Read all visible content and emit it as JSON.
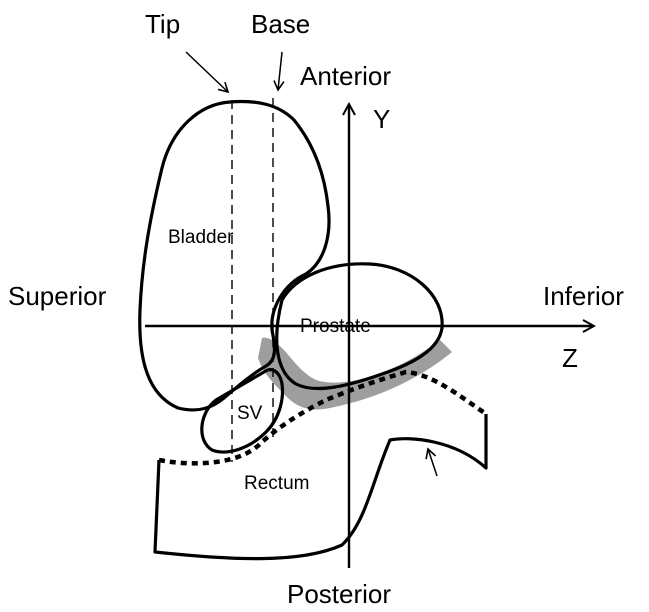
{
  "labels": {
    "tip": "Tip",
    "base": "Base",
    "anterior": "Anterior",
    "posterior": "Posterior",
    "superior": "Superior",
    "inferior": "Inferior",
    "y_axis": "Y",
    "z_axis": "Z",
    "bladder": "Bladder",
    "prostate": "Prostate",
    "sv": "SV",
    "rectum": "Rectum"
  },
  "colors": {
    "stroke": "#000000",
    "shaded_region": "#9e9e9e",
    "background": "#ffffff"
  }
}
